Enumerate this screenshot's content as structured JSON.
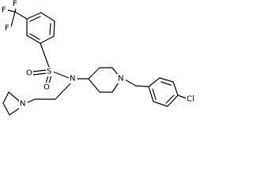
{
  "molecule": {
    "atoms": {
      "f1": "F",
      "f2": "F",
      "f3": "F",
      "s": "S",
      "o1": "O",
      "o2": "O",
      "n_sulfonamide": "N",
      "n_piperidine": "N",
      "n_pyrrolidine": "N",
      "cl": "Cl"
    }
  }
}
